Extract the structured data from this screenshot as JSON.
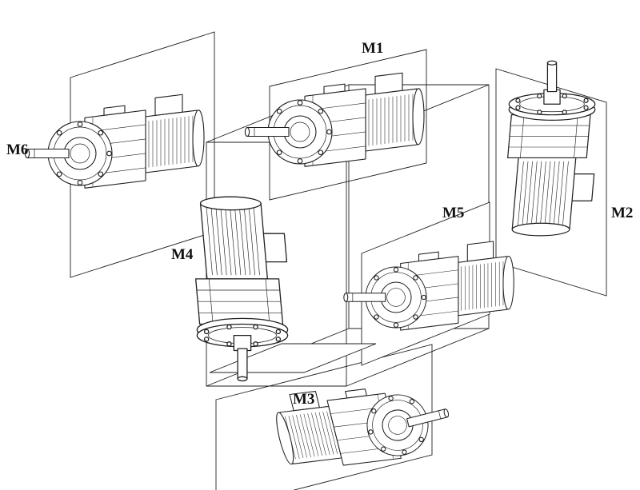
{
  "diagram": {
    "background": "#ffffff",
    "line_color": "#1f1f1f",
    "label_color": "#111111",
    "machines": {
      "m1": {
        "label": "M1",
        "shaft": "horizontal, front-left, top of cube"
      },
      "m2": {
        "label": "M2",
        "shaft": "vertical, shaft up, right of cube"
      },
      "m3": {
        "label": "M3",
        "shaft": "horizontal, front-right, below cube"
      },
      "m4": {
        "label": "M4",
        "shaft": "vertical, shaft down, front of cube"
      },
      "m5": {
        "label": "M5",
        "shaft": "horizontal, front-left, inside right of cube"
      },
      "m6": {
        "label": "M6",
        "shaft": "horizontal, front-left, left of cube"
      }
    }
  }
}
